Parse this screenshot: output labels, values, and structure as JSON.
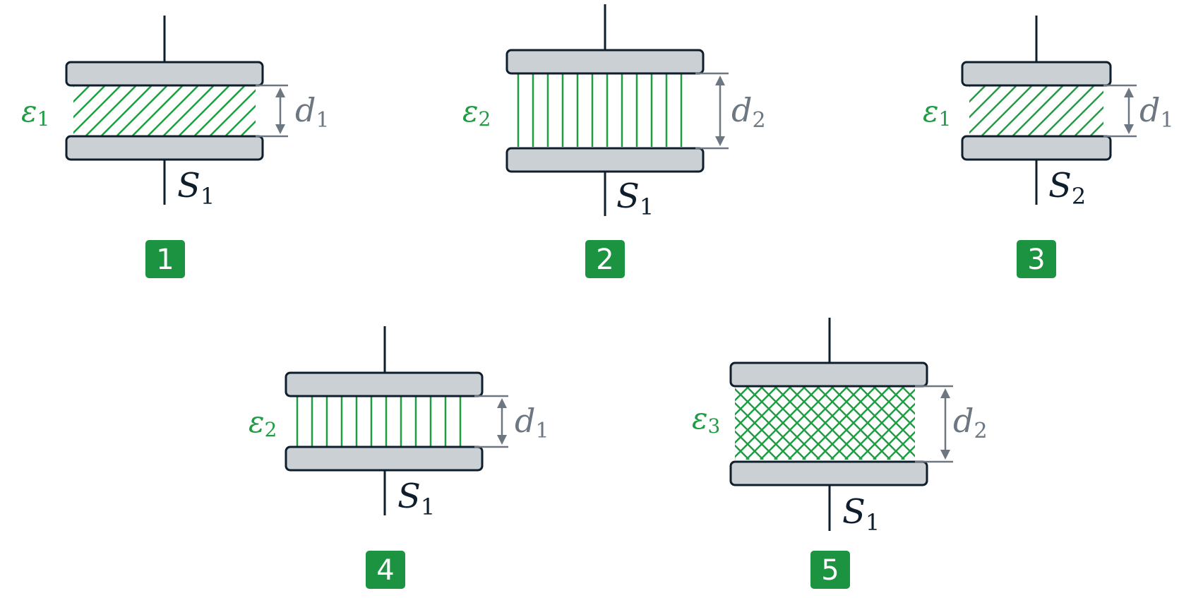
{
  "colors": {
    "plate_fill": "#cbd0d4",
    "plate_stroke": "#0e1e2c",
    "wire": "#0e1e2c",
    "dielectric": "#1f9d43",
    "dimension": "#6c7781",
    "badge_fill": "#1c9340",
    "badge_text": "#ffffff"
  },
  "capacitors": [
    {
      "number": "1",
      "eps_sym": "ε",
      "eps_sub": "1",
      "d_sym": "d",
      "d_sub": "1",
      "s_sym": "S",
      "s_sub": "1",
      "pattern": "diagonal"
    },
    {
      "number": "2",
      "eps_sym": "ε",
      "eps_sub": "2",
      "d_sym": "d",
      "d_sub": "2",
      "s_sym": "S",
      "s_sub": "1",
      "pattern": "vertical"
    },
    {
      "number": "3",
      "eps_sym": "ε",
      "eps_sub": "1",
      "d_sym": "d",
      "d_sub": "1",
      "s_sym": "S",
      "s_sub": "2",
      "pattern": "diagonal"
    },
    {
      "number": "4",
      "eps_sym": "ε",
      "eps_sub": "2",
      "d_sym": "d",
      "d_sub": "1",
      "s_sym": "S",
      "s_sub": "1",
      "pattern": "vertical"
    },
    {
      "number": "5",
      "eps_sym": "ε",
      "eps_sub": "3",
      "d_sym": "d",
      "d_sub": "2",
      "s_sym": "S",
      "s_sub": "1",
      "pattern": "crosshatch"
    }
  ]
}
